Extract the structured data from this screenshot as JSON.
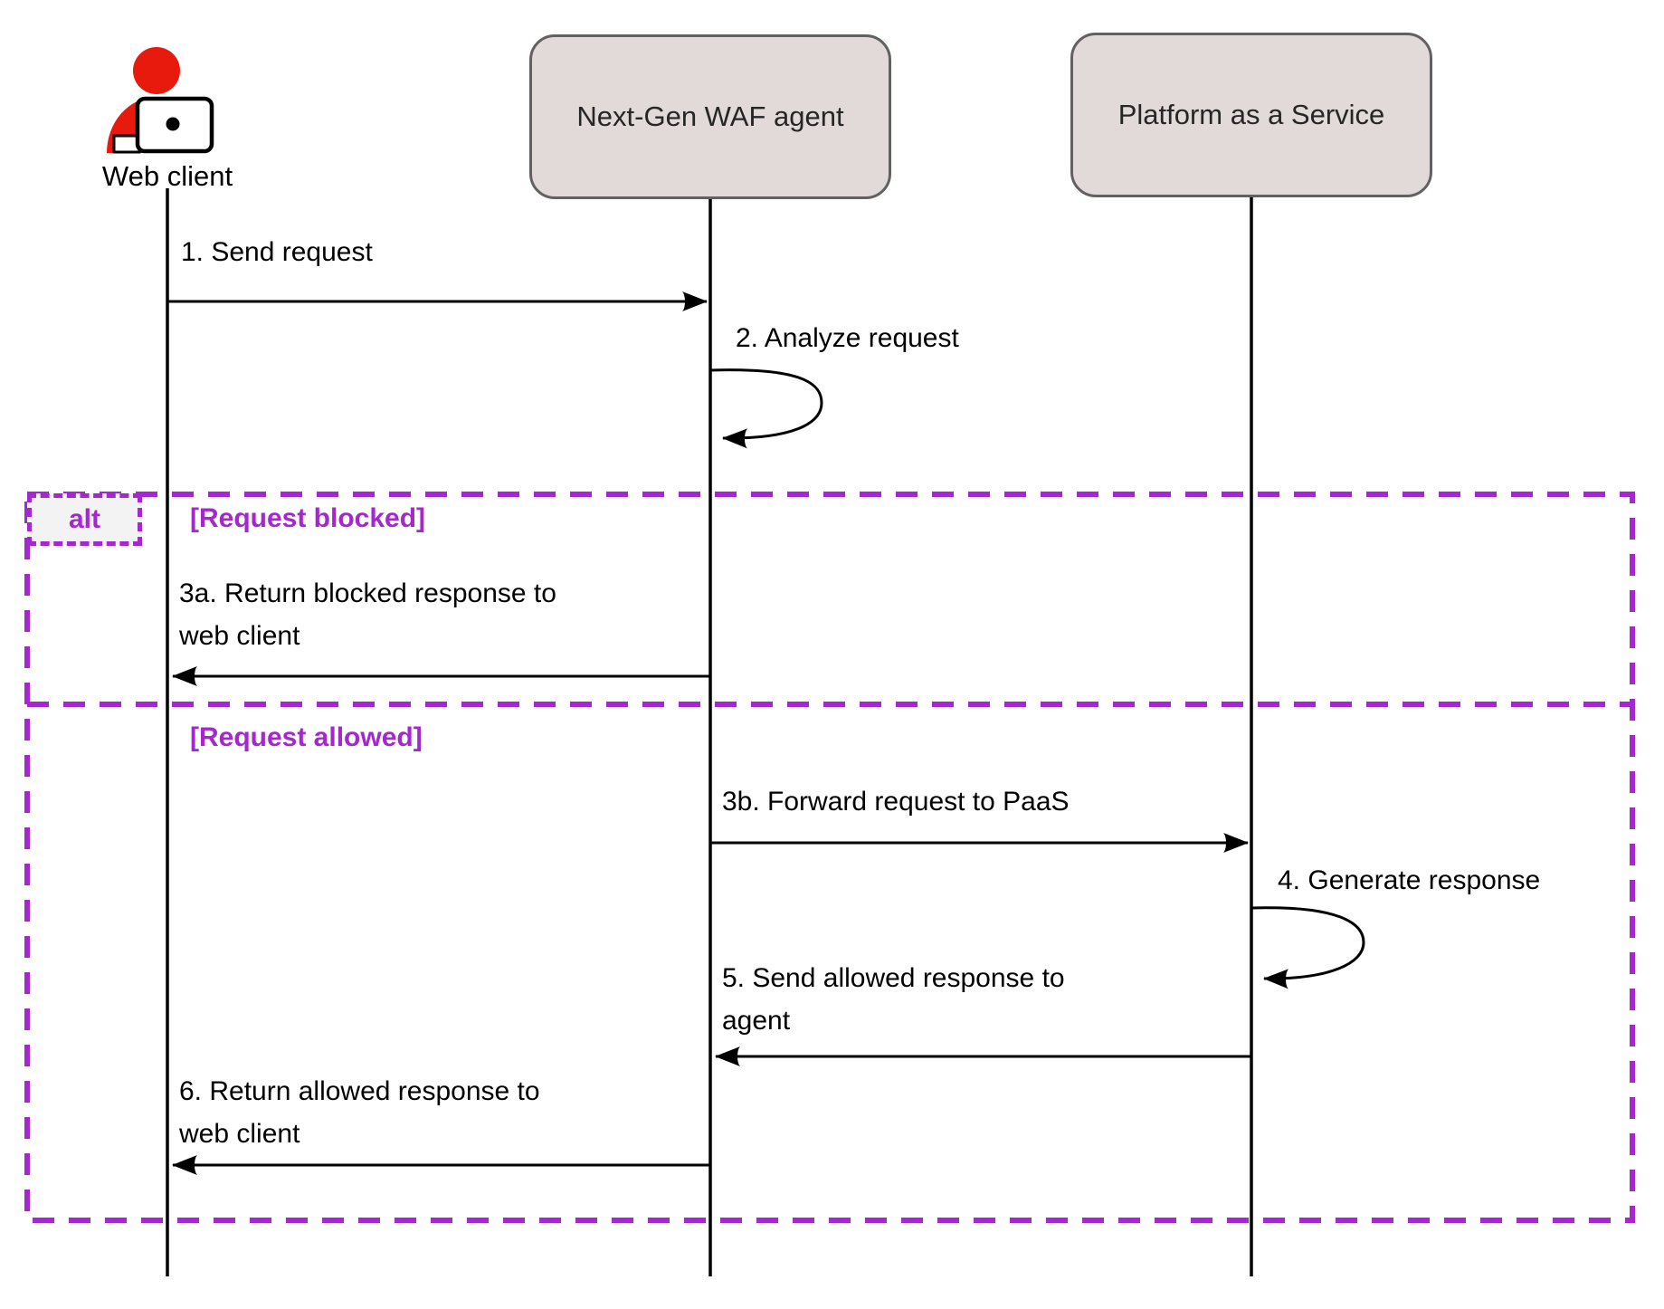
{
  "participants": {
    "web_client": {
      "label": "Web client",
      "type": "actor"
    },
    "waf_agent": {
      "label": "Next-Gen WAF agent",
      "type": "lifeline-box"
    },
    "paas": {
      "label": "Platform as a Service",
      "type": "lifeline-box"
    }
  },
  "alt_frame": {
    "operator_label": "alt",
    "condition_blocked": "[Request blocked]",
    "condition_allowed": "[Request allowed]"
  },
  "messages": {
    "m1": "1. Send request",
    "m2": "2. Analyze request",
    "m3a": "3a. Return blocked response to web client",
    "m3b": "3b. Forward request to PaaS",
    "m4": "4. Generate response",
    "m5": "5. Send allowed response to agent",
    "m6": "6. Return allowed response to web client"
  },
  "colors": {
    "frame_purple": "#A428CE",
    "actor_red": "#E8190D",
    "participant_fill": "#E2DAD8",
    "participant_border": "#616161",
    "line_black": "#000000"
  }
}
